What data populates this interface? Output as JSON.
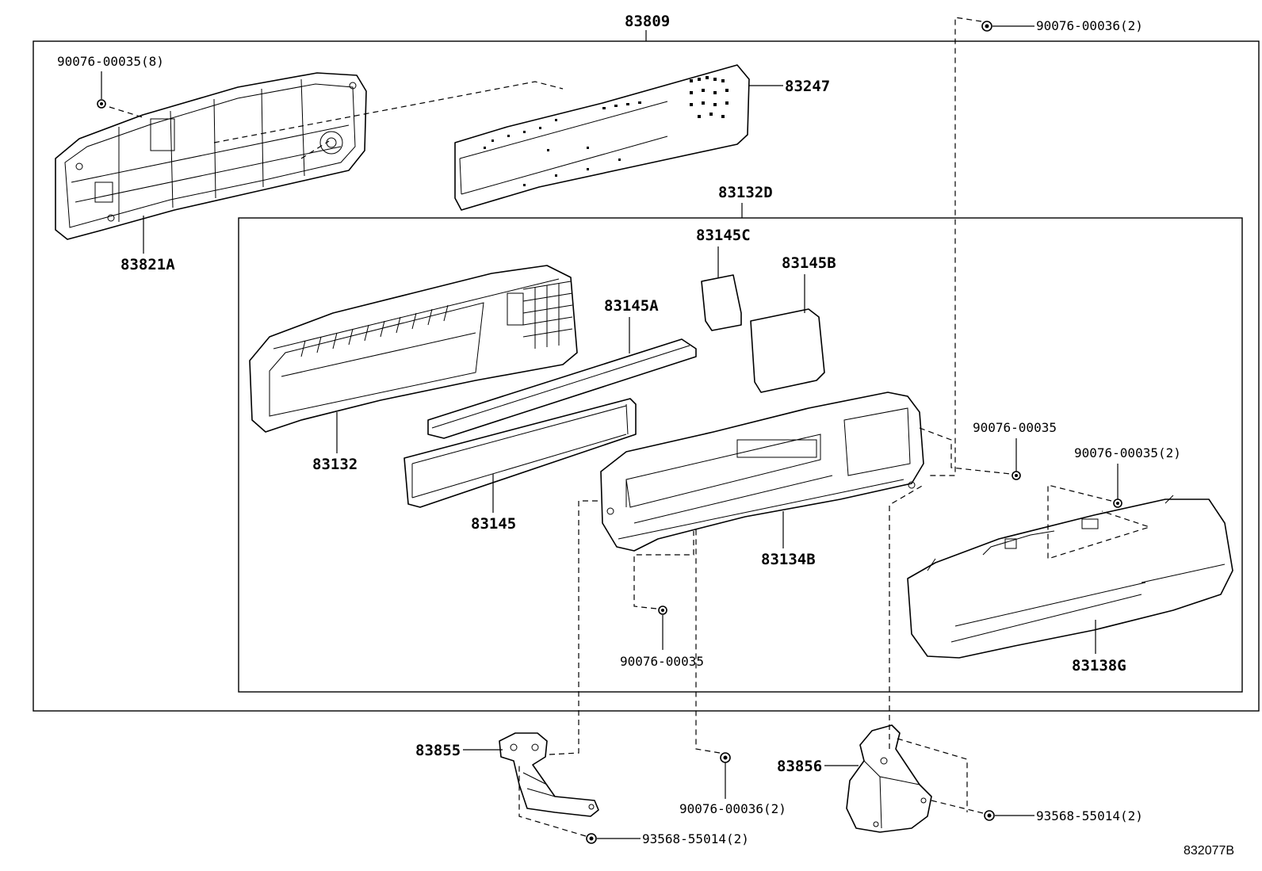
{
  "diagram_id": "832077B",
  "parts": {
    "assembly": "83809",
    "sub_assembly": "83132D",
    "p83821A": "83821A",
    "p83247": "83247",
    "p83132": "83132",
    "p83145A": "83145A",
    "p83145C": "83145C",
    "p83145B": "83145B",
    "p83145": "83145",
    "p83134B": "83134B",
    "p83138G": "83138G",
    "p83855": "83855",
    "p83856": "83856"
  },
  "fasteners": {
    "screw_top_left": "90076-00035(8)",
    "screw_top_right": "90076-00036(2)",
    "screw_right_a": "90076-00035",
    "screw_right_b": "90076-00035(2)",
    "screw_center": "90076-00035",
    "screw_bottom_center": "90076-00036(2)",
    "screw_bottom_left": "93568-55014(2)",
    "screw_bottom_right": "93568-55014(2)"
  }
}
